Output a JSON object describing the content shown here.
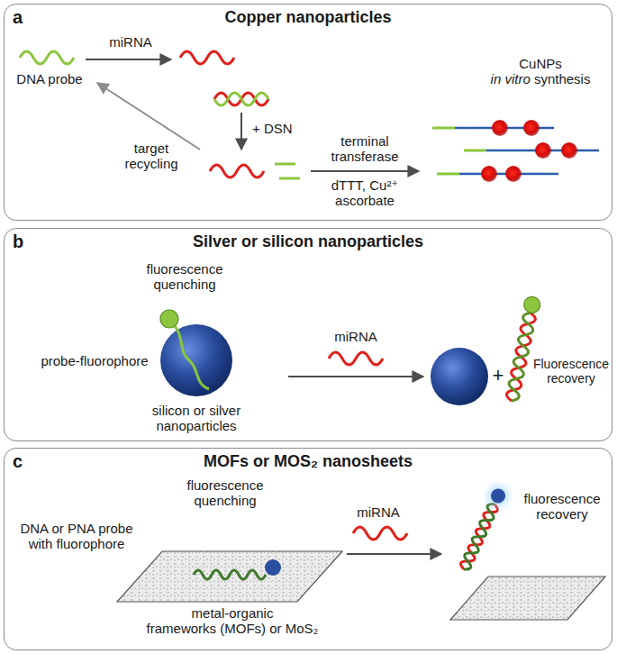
{
  "diagram": {
    "nodes": [
      {
        "text": [
          "a",
          "Copper nanoparticles"
        ]
      },
      {
        "text": [
          "b",
          "Silver or silicon nanoparticles"
        ]
      },
      {
        "text": [
          "c",
          "MOFs or MOS₂ nanosheets"
        ]
      }
    ],
    "labels": [
      "miRNA",
      "DNA probe",
      "+ DSN",
      "target recycling",
      "terminal transferase",
      "dTTT, Cu²⁺ ascorbate",
      "CuNPs in vitro synthesis",
      "fluorescence quenching",
      "probe-fluorophore",
      "miRNA",
      "+",
      "Fluorescence recovery",
      "silicon or silver nanoparticles",
      "fluorescence quenching",
      "DNA or PNA probe with fluorophore",
      "miRNA",
      "fluorescence recovery",
      "metal-organic frameworks (MOFs) or MoS₂"
    ]
  }
}
